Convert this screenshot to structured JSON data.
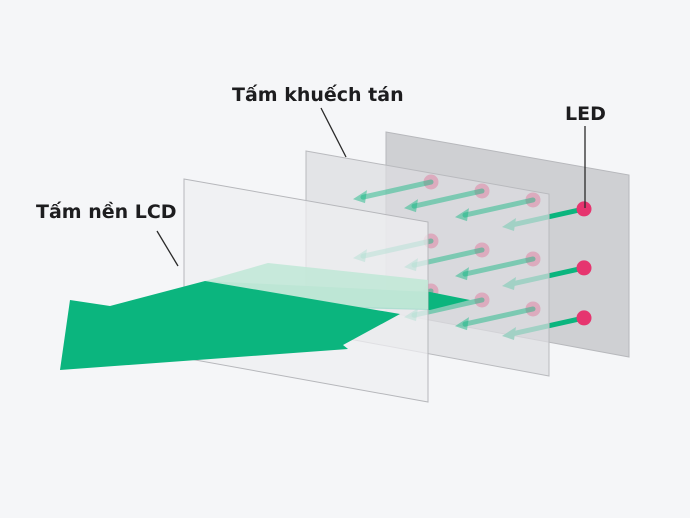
{
  "labels": {
    "diffuser": "Tấm khuếch tán",
    "led": "LED",
    "lcd_panel": "Tấm nền LCD"
  },
  "colors": {
    "background": "#f5f6f8",
    "led_panel": "#cfd0d3",
    "diffuser_panel": "#dcdde0",
    "lcd_panel": "#eeeff1",
    "light_green": "#0bb57e",
    "led_dot": "#e6356f",
    "leader_line": "#2a2a2a"
  },
  "led_grid": {
    "rows": 3,
    "columns": 4
  }
}
